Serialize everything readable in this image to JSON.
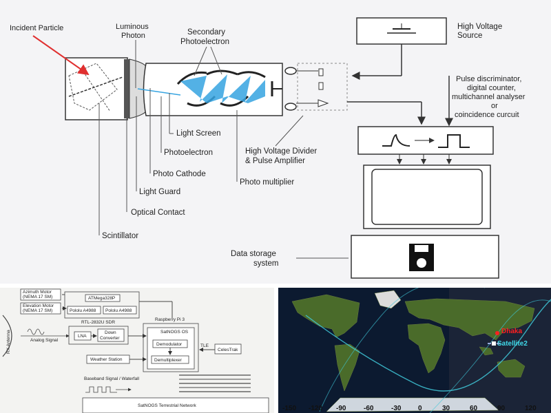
{
  "top_diagram": {
    "incident_particle": "Incident Particle",
    "luminous_photon": [
      "Luminous",
      "Photon"
    ],
    "secondary_photoelectron": [
      "Secondary",
      "Photoelectron"
    ],
    "high_voltage_source": [
      "High Voltage",
      "Source"
    ],
    "pulse_discriminator": [
      "Pulse discriminator,",
      "digital counter,",
      "multichannel analyser",
      "or",
      "coincidence curcuit"
    ],
    "light_screen": "Light Screen",
    "photoelectron": "Photoelectron",
    "photo_cathode": "Photo Cathode",
    "light_guard": "Light Guard",
    "optical_contact": "Optical Contact",
    "scintillator": "Scintillator",
    "hv_divider": [
      "High Voltage Divider",
      "& Pulse Amplifier"
    ],
    "photo_multiplier": "Photo multiplier",
    "data_storage": [
      "Data storage",
      "system"
    ],
    "colors": {
      "arrow": "#e03030",
      "photoelectron": "#35a3e0"
    }
  },
  "sdr_diagram": {
    "azimuth_motor": [
      "Azimuth Motor",
      "(NEMA 17 SM)"
    ],
    "elevation_motor": [
      "Elevation Motor",
      "(NEMA 17 SM)"
    ],
    "atmega": "ATMega328P",
    "pololu_1": "Pololu A4988",
    "pololu_2": "Pololu A4988",
    "rtl_sdr": "RTL-2832U SDR",
    "lna": "LNA",
    "down_converter": [
      "Down",
      "Converter"
    ],
    "rx_antenna": "RX Antenna",
    "analog_signal": "Analog Signal",
    "raspberry_pi": "Raspberry Pi 3",
    "satnogs_os": "SatNOGS OS",
    "demodulator": "Demodulator",
    "demultiplexer": "Demultiplexer",
    "tle": "TLE",
    "celestrak": "CelesTrak",
    "weather_station": "Weather Station",
    "baseband": "Baseband Signal / Waterfall",
    "network": "SatNOGS Terrestrial Network"
  },
  "map": {
    "dhaka": "Dhaka",
    "satellite": "Satellite2",
    "longitude_ticks": [
      "-150",
      "-120",
      "-90",
      "-60",
      "-30",
      "0",
      "30",
      "60",
      "90",
      "120"
    ],
    "colors": {
      "dhaka": "#ff2020",
      "satellite": "#40d8e8",
      "orbit": "#3fc8d8"
    }
  }
}
